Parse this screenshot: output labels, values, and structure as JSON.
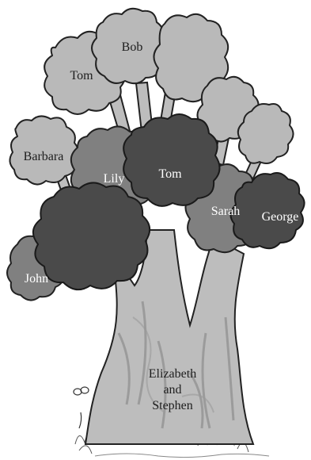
{
  "colors": {
    "light_foliage": "#b9b9b9",
    "medium_foliage": "#808080",
    "dark_foliage": "#4a4a4a",
    "outline": "#222222",
    "trunk": "#bdbdbd",
    "dark_text": "#1e1e1e",
    "light_text": "#ffffff"
  },
  "names": {
    "tom_top": "Tom",
    "bob": "Bob",
    "barbara": "Barbara",
    "lily": "Lily",
    "tom_center": "Tom",
    "sarah": "Sarah",
    "george": "George",
    "john": "John",
    "root_line1": "Elizabeth",
    "root_line2": "and",
    "root_line3": "Stephen"
  }
}
